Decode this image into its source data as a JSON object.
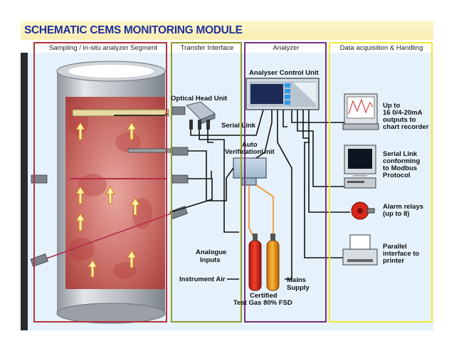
{
  "title": "SCHEMATIC CEMS MONITORING MODULE",
  "segments": {
    "sampling": "Sampling  / in-situ analyzer Segment",
    "transfer": "Transfer Interface",
    "analyzer": "Analyzer",
    "data": "Data acquisition & Handling"
  },
  "labels": {
    "optical_head": "Optical Head Unit",
    "serial_link": "Serial Link",
    "analyser_control": "Analyser Control Unit",
    "auto_verification_1": "Auto",
    "auto_verification_2": "VerificationUnit",
    "analogue_inputs_1": "Analogue",
    "analogue_inputs_2": "Inputs",
    "instrument_air": "Instrument Air",
    "mains_supply_1": "Mains",
    "mains_supply_2": "Supply",
    "certified_gas_1": "Certified",
    "certified_gas_2": "Test Gas 80% FSD",
    "chart_1": "Up to",
    "chart_2": "16 0/4-20mA",
    "chart_3": "outputs to",
    "chart_4": "chart recorder",
    "modbus_1": "Serial Link",
    "modbus_2": "conforming",
    "modbus_3": "to Modbus",
    "modbus_4": "Protocol",
    "alarm_1": "Alarm relays",
    "alarm_2": "(up to 8)",
    "printer_1": "Parallel",
    "printer_2": "interface to",
    "printer_3": "printer"
  },
  "colors": {
    "title": "#1f2f9a",
    "sampling_box": "#b5323c",
    "transfer_box": "#8f9a2a",
    "analyzer_box": "#7a2f7c",
    "data_box": "#f2ea2e",
    "panel_bg": "#e6f2fb"
  }
}
